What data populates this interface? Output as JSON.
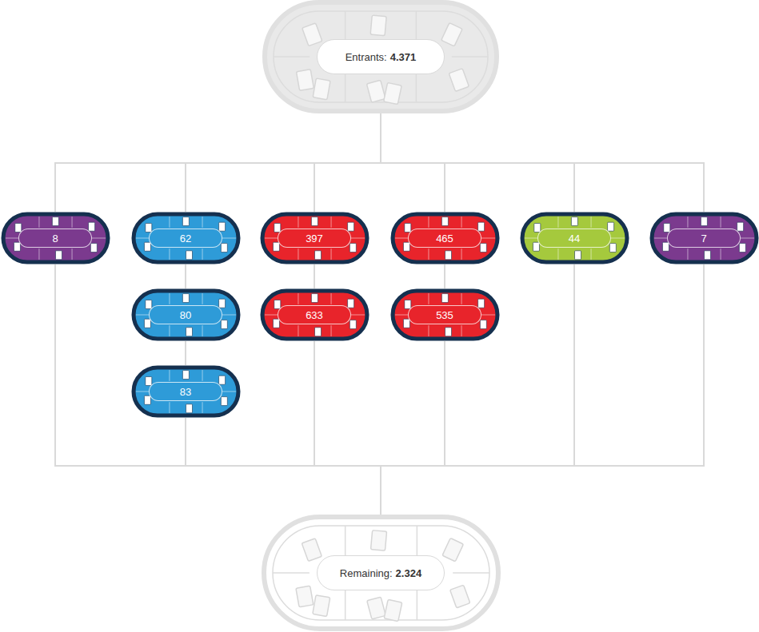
{
  "diagram": {
    "nodes": [
      {
        "text": [
          "Entrants:",
          "4.371"
        ]
      },
      {
        "text": [
          "8"
        ]
      },
      {
        "text": [
          "62"
        ]
      },
      {
        "text": [
          "397"
        ]
      },
      {
        "text": [
          "465"
        ]
      },
      {
        "text": [
          "44"
        ]
      },
      {
        "text": [
          "7"
        ]
      },
      {
        "text": [
          "80"
        ]
      },
      {
        "text": [
          "633"
        ]
      },
      {
        "text": [
          "535"
        ]
      },
      {
        "text": [
          "83"
        ]
      },
      {
        "text": [
          "Remaining:",
          "2.324"
        ]
      }
    ],
    "edges": [
      {
        "from": 0,
        "to": 1,
        "arrow": "none"
      },
      {
        "from": 0,
        "to": 2,
        "arrow": "none"
      },
      {
        "from": 0,
        "to": 3,
        "arrow": "none"
      },
      {
        "from": 0,
        "to": 4,
        "arrow": "none"
      },
      {
        "from": 0,
        "to": 5,
        "arrow": "none"
      },
      {
        "from": 0,
        "to": 6,
        "arrow": "none"
      },
      {
        "from": 2,
        "to": 7,
        "arrow": "none"
      },
      {
        "from": 7,
        "to": 10,
        "arrow": "none"
      },
      {
        "from": 3,
        "to": 8,
        "arrow": "none"
      },
      {
        "from": 4,
        "to": 9,
        "arrow": "none"
      },
      {
        "from": 1,
        "to": 11,
        "arrow": "none"
      },
      {
        "from": 10,
        "to": 11,
        "arrow": "none"
      },
      {
        "from": 8,
        "to": 11,
        "arrow": "none"
      },
      {
        "from": 9,
        "to": 11,
        "arrow": "none"
      },
      {
        "from": 5,
        "to": 11,
        "arrow": "none"
      },
      {
        "from": 6,
        "to": 11,
        "arrow": "none"
      }
    ]
  }
}
